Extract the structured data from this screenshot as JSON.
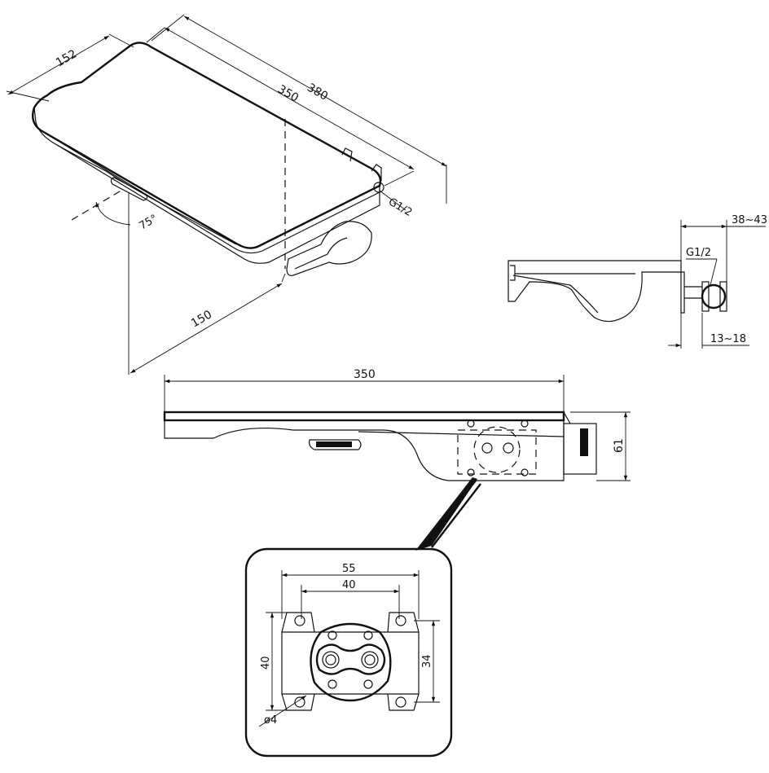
{
  "drawing": {
    "iso_view": {
      "width_label": "152",
      "length_outer_label": "380",
      "length_inner_label": "350",
      "projection_label": "150",
      "connection_label": "G1/2",
      "angle_label": "75°"
    },
    "side_view": {
      "depth_label": "38~43",
      "connection_label": "G1/2",
      "wall_label": "13~18"
    },
    "front_view": {
      "length_label": "350",
      "height_label": "61"
    },
    "detail_view": {
      "outer_width_label": "55",
      "inner_width_label": "40",
      "outer_height_label": "40",
      "inner_height_label": "34",
      "hole_label": "ø4"
    }
  }
}
